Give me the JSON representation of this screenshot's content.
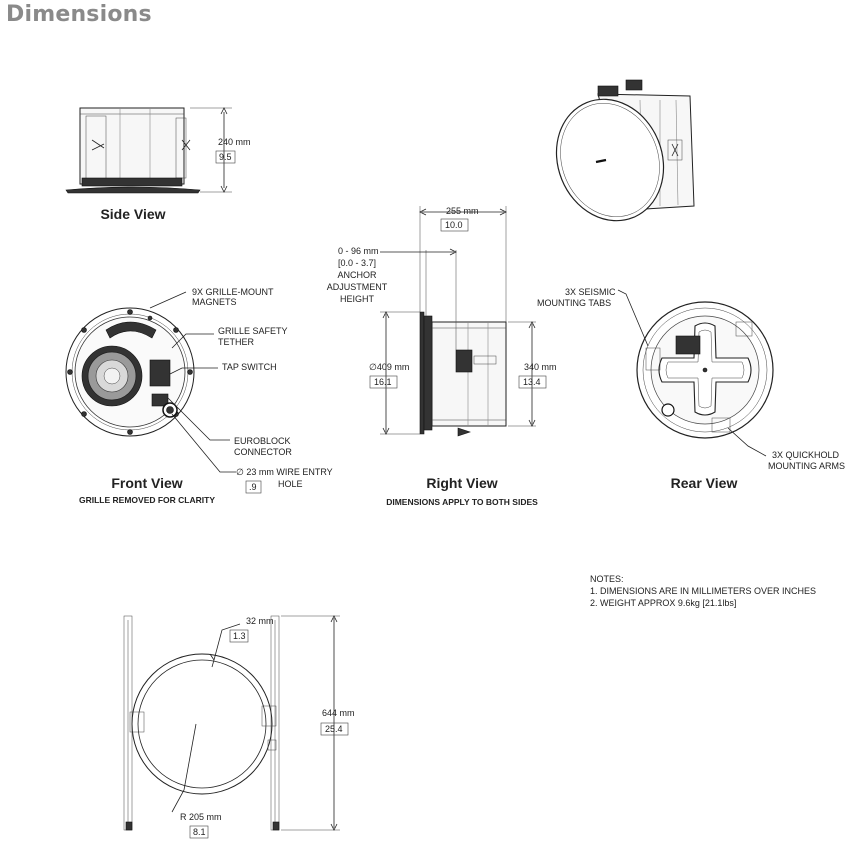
{
  "page": {
    "title": "Dimensions"
  },
  "side_view": {
    "title": "Side View",
    "height_mm": "240 mm",
    "height_in": "9.5"
  },
  "front_view": {
    "title": "Front View",
    "subtitle": "GRILLE REMOVED FOR CLARITY",
    "callout_magnets_1": "9X GRILLE-MOUNT",
    "callout_magnets_2": "MAGNETS",
    "callout_tether_1": "GRILLE SAFETY",
    "callout_tether_2": "TETHER",
    "callout_tap": "TAP SWITCH",
    "callout_euro_1": "EUROBLOCK",
    "callout_euro_2": "CONNECTOR",
    "callout_wire_1": "∅ 23 mm WIRE ENTRY",
    "callout_wire_2": "HOLE",
    "wire_in": ".9"
  },
  "right_view": {
    "title": "Right View",
    "subtitle": "DIMENSIONS APPLY TO BOTH SIDES",
    "width_mm": "255 mm",
    "width_in": "10.0",
    "anchor_mm": "0 - 96 mm",
    "anchor_in": "[0.0 - 3.7]",
    "anchor_label_1": "ANCHOR",
    "anchor_label_2": "ADJUSTMENT",
    "anchor_label_3": "HEIGHT",
    "diameter_mm": "∅409 mm",
    "diameter_in": "16.1",
    "height_mm": "340 mm",
    "height_in": "13.4"
  },
  "rear_view": {
    "title": "Rear View",
    "callout_seismic_1": "3X SEISMIC",
    "callout_seismic_2": "MOUNTING TABS",
    "callout_quick_1": "3X QUICKHOLD",
    "callout_quick_2": "MOUNTING ARMS"
  },
  "notes": {
    "heading": "NOTES:",
    "items": [
      "1. DIMENSIONS ARE IN MILLIMETERS OVER INCHES",
      "2. WEIGHT APPROX 9.6kg [21.1lbs]"
    ]
  },
  "ring_view": {
    "width_mm": "32 mm",
    "width_in": "1.3",
    "height_mm": "644  mm",
    "height_in": "25.4",
    "radius_mm": "R 205 mm",
    "radius_in": "8.1"
  }
}
